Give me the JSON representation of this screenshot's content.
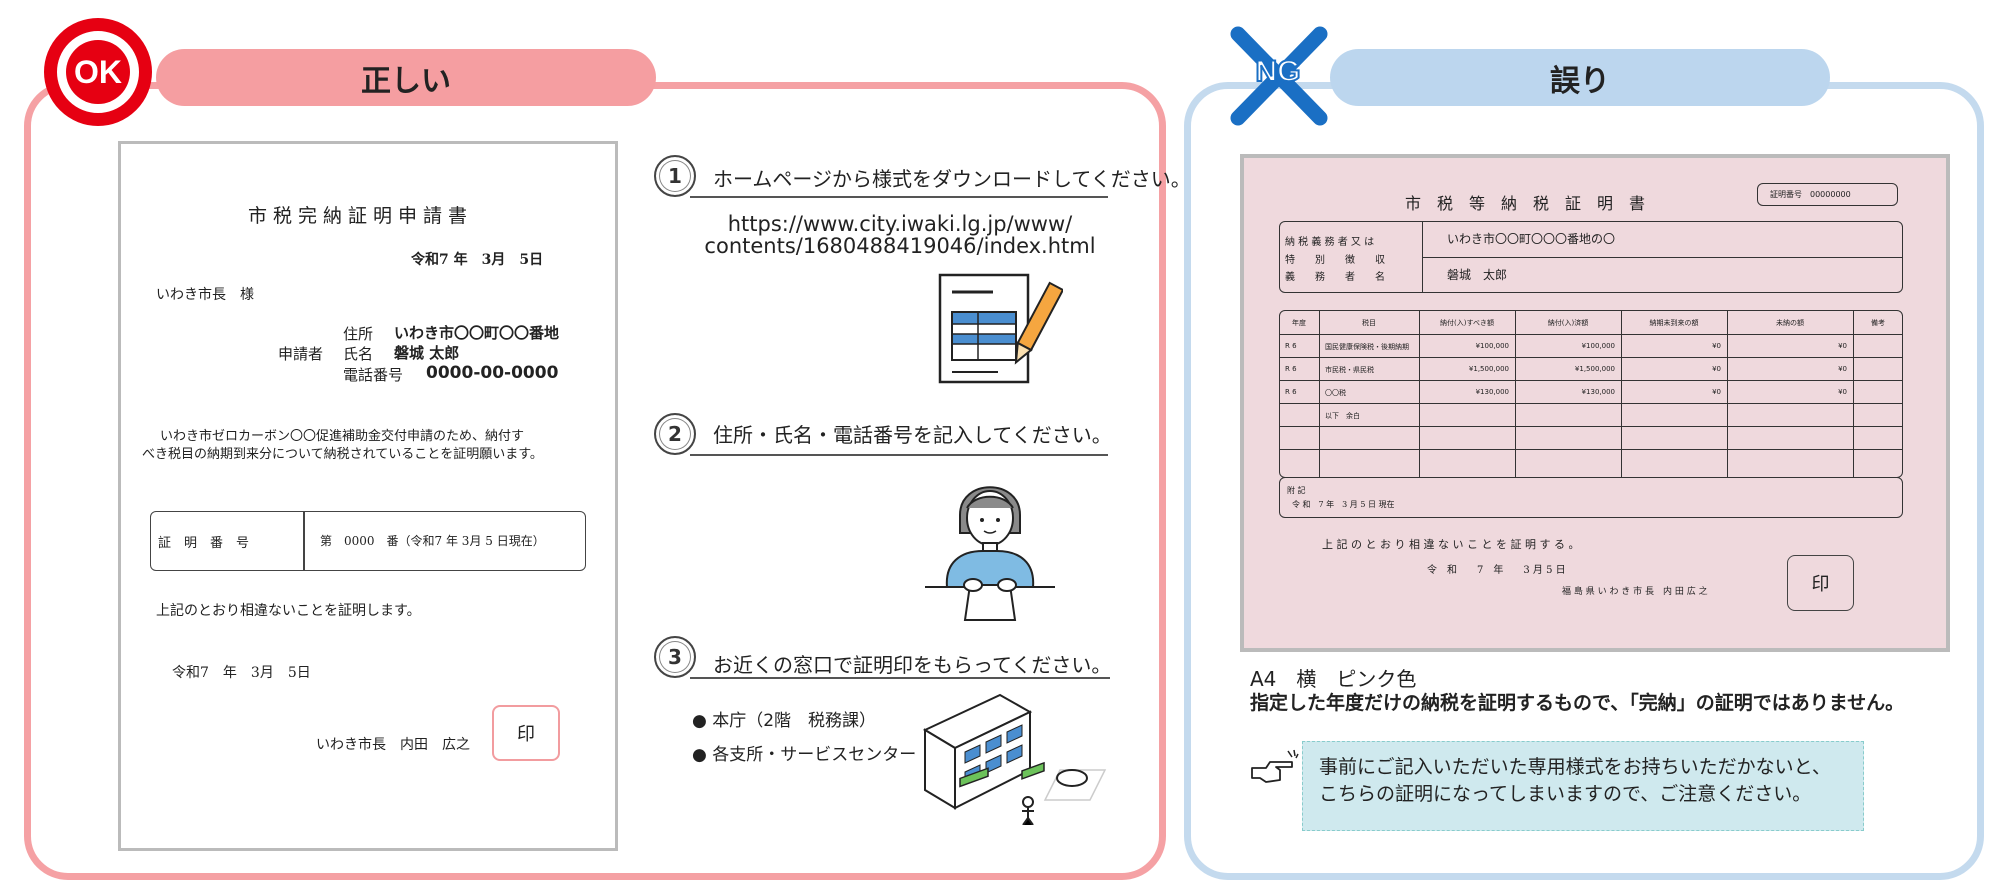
{
  "ok": {
    "badge": "OK",
    "title": "正しい",
    "doc": {
      "title": "市税完納証明申請書",
      "date": "令和7 年　3月　5日",
      "addressee": "いわき市長　様",
      "address_label": "住所",
      "address_value": "いわき市〇〇町〇〇番地",
      "applicant_label": "申請者",
      "name_label": "氏名",
      "name_value": "磐城 太郎",
      "phone_label": "電話番号",
      "phone_value": "0000-00-0000",
      "body_line1": "いわき市ゼロカーボン〇〇促進補助金交付申請のため、納付す",
      "body_line2": "べき税目の納期到来分について納税されていることを証明願います。",
      "cert_label": "証　明　番　号",
      "cert_value": "第　0000　番（令和7 年 3月 5 日現在）",
      "certify": "上記のとおり相違ないことを証明します。",
      "issue_date": "令和7　年　3月　5日",
      "mayor": "いわき市長　内田　広之",
      "seal": "印"
    },
    "steps": [
      {
        "num": "1",
        "text": "ホームページから様式をダウンロードしてください。"
      },
      {
        "num": "2",
        "text": "住所・氏名・電話番号を記入してください。"
      },
      {
        "num": "3",
        "text": "お近くの窓口で証明印をもらってください。"
      }
    ],
    "url_line1": "https://www.city.iwaki.lg.jp/www/",
    "url_line2": "contents/1680488419046/index.html",
    "locations": [
      "● 本庁（2階　税務課）",
      "● 各支所・サービスセンター"
    ]
  },
  "ng": {
    "badge": "NG",
    "title": "誤り",
    "doc": {
      "title": "市　税　等　納　税　証　明　書",
      "cert_no": "証明番号　00000000",
      "payer_l1": "納 税 義 務 者 又 は",
      "payer_l2": "特　　別　　徴　　収",
      "payer_l3": "義　　務　　者　　名",
      "payer_addr": "いわき市〇〇町〇〇〇番地の〇",
      "payer_name": "磐城　太郎",
      "headers": [
        "年度",
        "税目",
        "納付(入)すべき額",
        "納付(入)済額",
        "納期未到来の額",
        "未納の額",
        "備考"
      ],
      "rows": [
        [
          "R 6",
          "国民健康保険税・後期納期",
          "¥100,000",
          "¥100,000",
          "¥0",
          "¥0",
          ""
        ],
        [
          "R 6",
          "市民税・県民税",
          "¥1,500,000",
          "¥1,500,000",
          "¥0",
          "¥0",
          ""
        ],
        [
          "R 6",
          "〇〇税",
          "¥130,000",
          "¥130,000",
          "¥0",
          "¥0",
          ""
        ],
        [
          "",
          "以下　余白",
          "",
          "",
          "",
          "",
          ""
        ]
      ],
      "note_label": "附 記",
      "note_date": "令 和　7 年　3 月 5 日 現在",
      "certify": "上 記 の と お り 相 違 な い こ と を 証 明 す る 。",
      "issue_date": "令　和　　7　年　　3 月 5 日",
      "mayor": "福 島 県 い わ き 市 長　内 田 広 之",
      "seal": "印"
    },
    "caption1": "A4　横　ピンク色",
    "caption2": "指定した年度だけの納税を証明するもので、「完納」の証明ではありません。",
    "note_line1": "事前にご記入いただいた専用様式をお持ちいただかないと、",
    "note_line2": "こちらの証明になってしまいますので、ご注意ください。"
  },
  "colors": {
    "ok_border": "#f5a1a4",
    "ok_red": "#e60012",
    "ng_border": "#c4daee",
    "ng_blue": "#1a6fc4",
    "ng_doc_bg": "#efd9dd"
  }
}
